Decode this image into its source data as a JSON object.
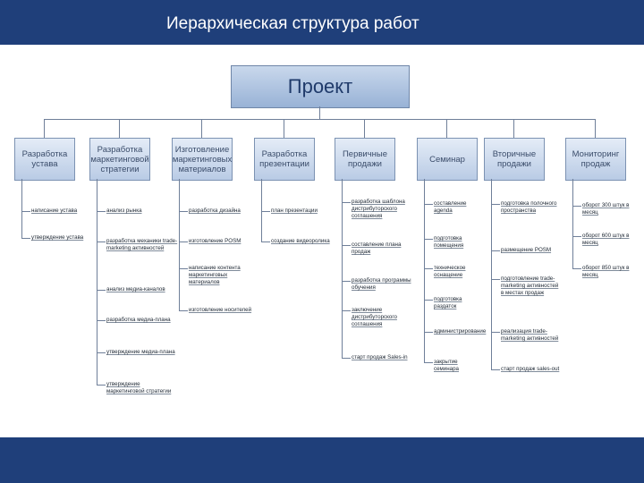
{
  "header": {
    "title": "Иерархическая структура работ"
  },
  "colors": {
    "header_bg": "#1f3f7a",
    "box_fill": "#b9cbe5",
    "line": "#6f7f99"
  },
  "diagram": {
    "root": {
      "label": "Проект"
    },
    "columns": [
      {
        "label": "Разработка устава",
        "items": [
          "написание устава",
          "утверждение устава"
        ]
      },
      {
        "label": "Разработка маркетинговой стратегии",
        "items": [
          "анализ рынка",
          "разработка механики trade-marketing активностей",
          "анализ медиа-каналов",
          "разработка медиа-плана",
          "утверждение медиа-плана",
          "утверждение маркетинговой стратегии"
        ]
      },
      {
        "label": "Изготовление маркетинговых материалов",
        "items": [
          "разработка дизайна",
          "изготовление POSM",
          "написание контента маркетинговых материалов",
          "изготовление носителей"
        ]
      },
      {
        "label": "Разработка презентации",
        "items": [
          "план презентации",
          "создание видеоролика"
        ]
      },
      {
        "label": "Первичные продажи",
        "items": [
          "разработка шаблона дистрибуторского соглашения",
          "составление плана продаж",
          "разработка программы обучения",
          "заключение дистрибуторского соглашения",
          "старт продаж Sales-in"
        ]
      },
      {
        "label": "Семинар",
        "items": [
          "составление agenda",
          "подготовка помещения",
          "техническое оснащение",
          "подготовка раздаток",
          "администрирование",
          "закрытие семинара"
        ]
      },
      {
        "label": "Вторичные продажи",
        "items": [
          "подготовка полочного пространства",
          "размещение POSM",
          "подготовление trade-marketing активностей в местах продаж",
          "реализация trade-marketing активностей",
          "старт продаж sales-out"
        ]
      },
      {
        "label": "Мониторинг продаж",
        "items": [
          "оборот 300 штук в месяц",
          "оборот 600 штук в месяц",
          "оборот 850 штук в месяц"
        ]
      }
    ]
  }
}
